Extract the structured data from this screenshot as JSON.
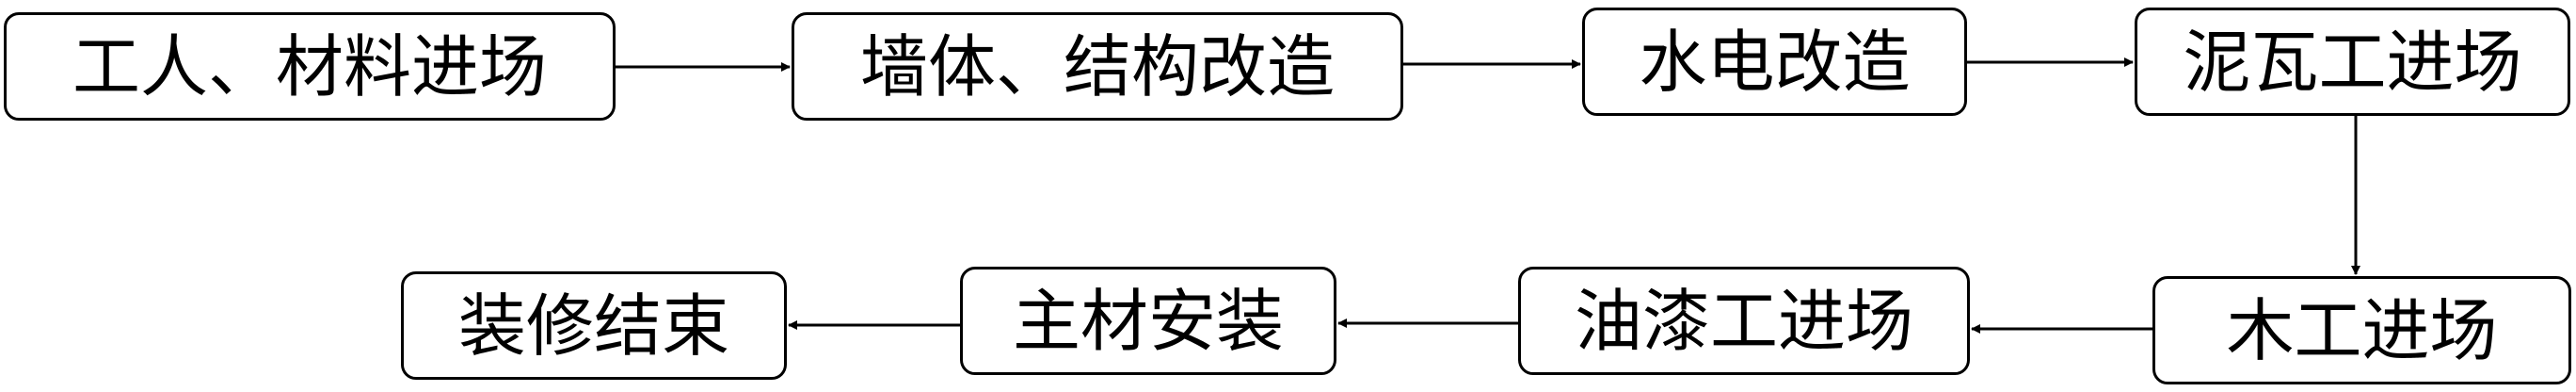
{
  "flow": {
    "steps": [
      "工人、材料进场",
      "墙体、结构改造",
      "水电改造",
      "泥瓦工进场",
      "木工进场",
      "油漆工进场",
      "主材安装",
      "装修结束"
    ]
  }
}
